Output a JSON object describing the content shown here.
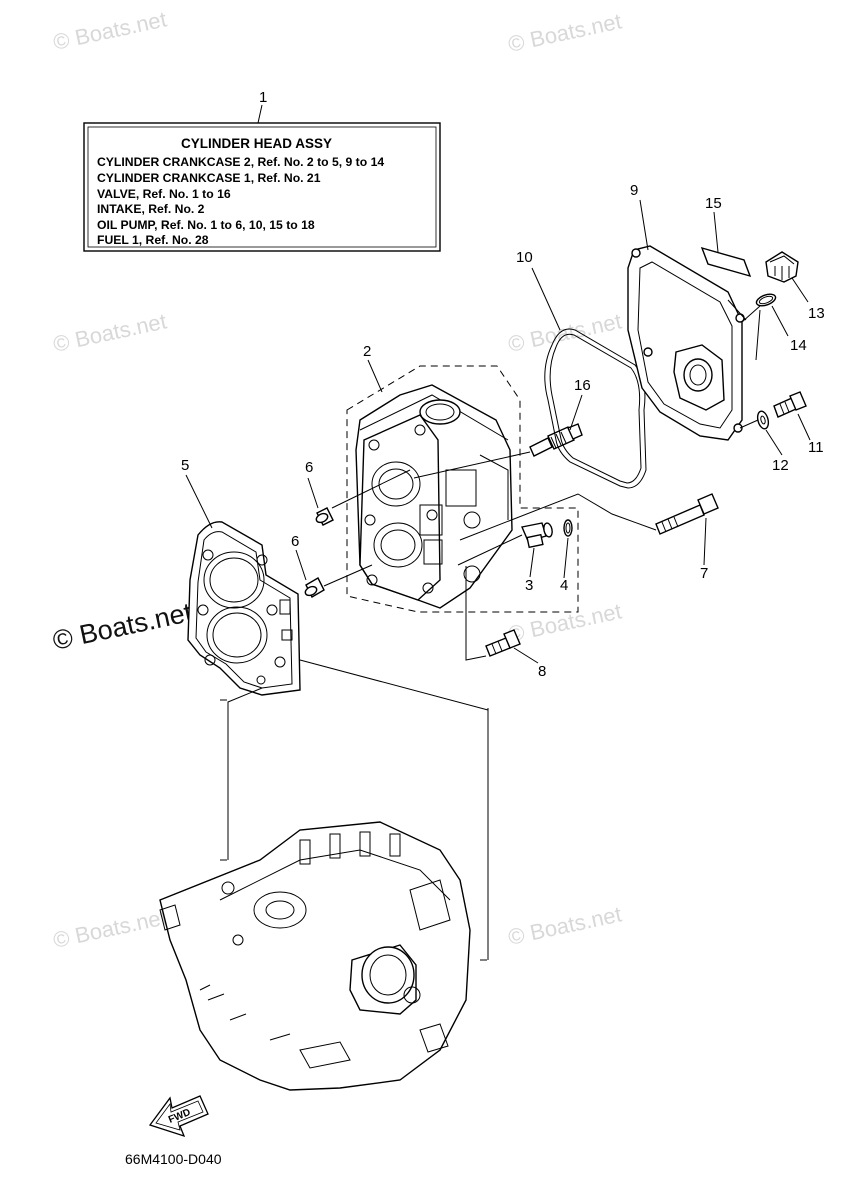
{
  "watermark": {
    "text": "© Boats.net"
  },
  "assembly_box": {
    "title": "CYLINDER  HEAD  ASSY",
    "lines": [
      "CYLINDER CRANKCASE 2,  Ref. No. 2 to 5, 9 to 14",
      "CYLINDER CRANKCASE 1,  Ref. No. 21",
      "VALVE,   Ref. No. 1 to 16",
      "INTAKE,  Ref. No. 2",
      "OIL PUMP, Ref. No. 1 to 6, 10, 15 to 18",
      "FUEL 1,  Ref. No. 28"
    ]
  },
  "callouts": {
    "c1": "1",
    "c2": "2",
    "c3": "3",
    "c4": "4",
    "c5": "5",
    "c6a": "6",
    "c6b": "6",
    "c7": "7",
    "c8": "8",
    "c9": "9",
    "c10": "10",
    "c11": "11",
    "c12": "12",
    "c13": "13",
    "c14": "14",
    "c15": "15",
    "c16": "16"
  },
  "fwd_label": "FWD",
  "diagram_code": "66M4100-D040"
}
